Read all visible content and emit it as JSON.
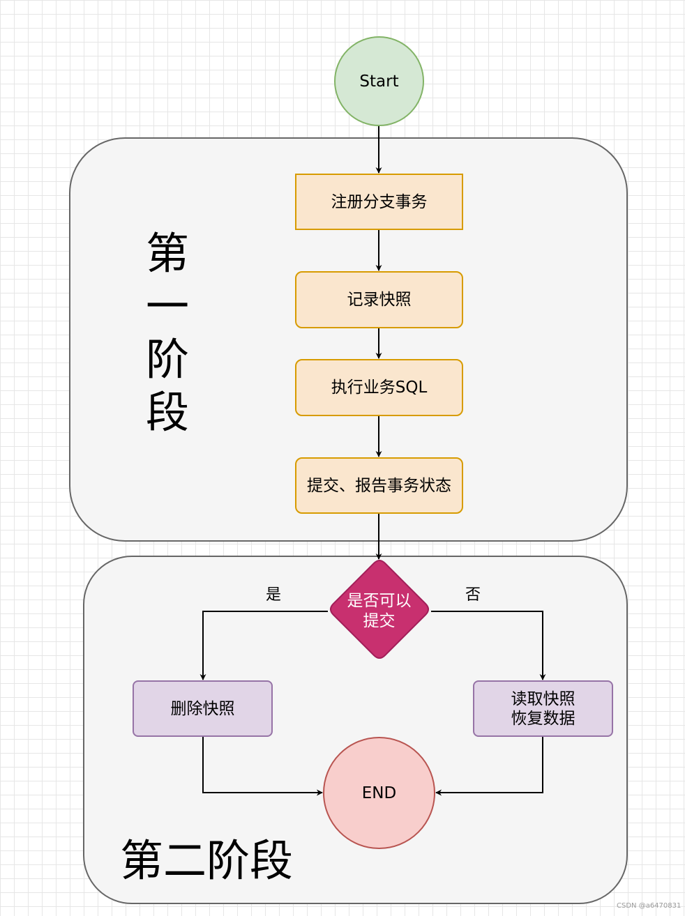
{
  "phases": {
    "phase1_title": [
      "第",
      "一",
      "阶",
      "段"
    ],
    "phase2_title": "第二阶段"
  },
  "nodes": {
    "start": "Start",
    "register_branch": "注册分支事务",
    "record_snapshot": "记录快照",
    "execute_sql": "执行业务SQL",
    "submit_report": "提交、报告事务状态",
    "decision_line1": "是否可以",
    "decision_line2": "提交",
    "delete_snapshot": "删除快照",
    "restore_line1": "读取快照",
    "restore_line2": "恢复数据",
    "end": "END"
  },
  "edges": {
    "yes_label": "是",
    "no_label": "否"
  },
  "watermark": "CSDN @a6470831",
  "colors": {
    "start_fill": "#d5e8d4",
    "start_stroke": "#82b366",
    "orange_fill": "#fae6ce",
    "orange_stroke": "#d79b00",
    "decision_fill": "#c8306f",
    "purple_fill": "#e1d5e7",
    "purple_stroke": "#9673a6",
    "end_fill": "#f8cecc",
    "end_stroke": "#b85450",
    "phase_fill": "#f5f5f5",
    "phase_stroke": "#666666"
  }
}
